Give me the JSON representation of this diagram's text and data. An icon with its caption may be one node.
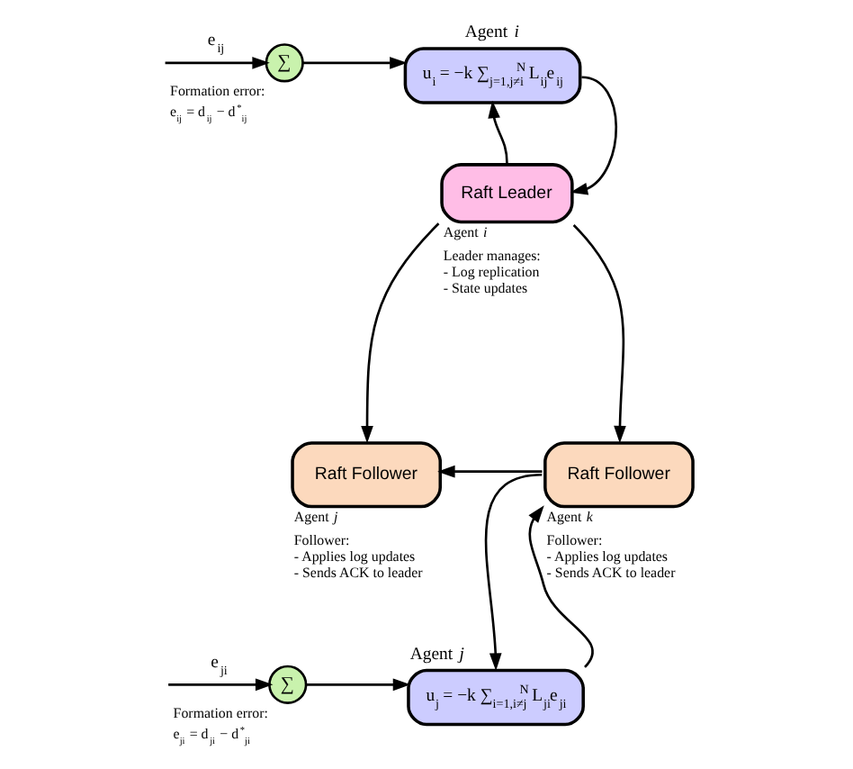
{
  "diagram": {
    "nodes": [
      {
        "text": [
          "∑"
        ],
        "beside": [
          "Formation error:",
          "e$_{ij}$ = d$_{ij}$ − d$^{*}$$_{ij}$"
        ]
      },
      {
        "text": [
          "Agent *i*",
          "u$_{i}$ = −k ∑$_{j=1,j≠i}$$^{N}$ L$_{ij}$e$_{ij}$"
        ]
      },
      {
        "text": [
          "Raft Leader"
        ],
        "beside": [
          "Agent *i*",
          "Leader manages: - Log replication - State updates"
        ]
      },
      {
        "text": [
          "Raft Follower"
        ],
        "beside": [
          "Agent *j*",
          "Follower: - Applies log updates - Sends ACK to leader"
        ]
      },
      {
        "text": [
          "Raft Follower"
        ],
        "beside": [
          "Agent *k*",
          "Follower: - Applies log updates - Sends ACK to leader"
        ]
      },
      {
        "text": [
          "∑"
        ],
        "beside": [
          "Formation error:",
          "e$_{ji}$ = d$_{ji}$ − d$^{*}$$_{ji}$"
        ]
      },
      {
        "text": [
          "Agent *j*",
          "u$_{j}$ = −k ∑$_{i=1,i≠j}$$^{N}$ L$_{ji}$e$_{ji}$"
        ]
      }
    ],
    "edges": [
      {
        "from": null,
        "to": 0,
        "arrow": "to",
        "label": "e$_{ij}$"
      },
      {
        "from": 0,
        "to": 1,
        "arrow": "to"
      },
      {
        "from": 1,
        "to": 2,
        "arrow": "to"
      },
      {
        "from": 2,
        "to": 1,
        "arrow": "to"
      },
      {
        "from": 2,
        "to": 3,
        "arrow": "to"
      },
      {
        "from": 2,
        "to": 4,
        "arrow": "to"
      },
      {
        "from": 4,
        "to": 3,
        "arrow": "to"
      },
      {
        "from": 4,
        "to": 6,
        "arrow": "to"
      },
      {
        "from": 6,
        "to": 4,
        "arrow": "to"
      },
      {
        "from": null,
        "to": 5,
        "arrow": "to",
        "label": "e$_{ji}$"
      },
      {
        "from": 5,
        "to": 6,
        "arrow": "to"
      }
    ]
  }
}
